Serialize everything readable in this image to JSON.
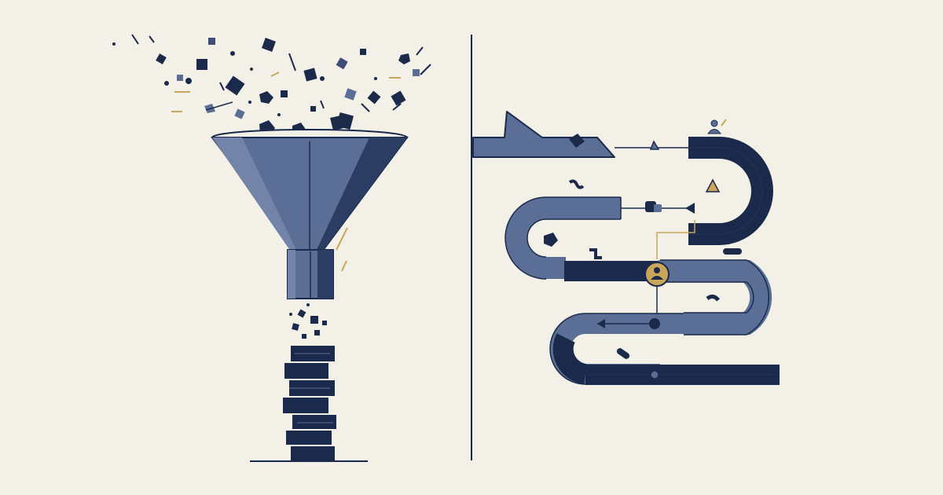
{
  "palette": {
    "background": "#f3f0e8",
    "navy": "#1b2a4a",
    "slate": "#5b6f96",
    "slate_light": "#7384a8",
    "gold": "#c9a65a"
  },
  "left_panel": {
    "subject": "funnel",
    "icons": [
      "funnel-icon",
      "scattered-particles",
      "stacked-blocks-icon"
    ],
    "stacked_blocks_count": 7
  },
  "divider": {
    "style": "vertical-line"
  },
  "right_panel": {
    "subject": "winding-path",
    "icons": [
      "flag-arrow-icon",
      "person-icon",
      "node-dot-icon",
      "triangle-icon",
      "arrow-left-icon"
    ],
    "highlighted_node": "person-icon"
  }
}
